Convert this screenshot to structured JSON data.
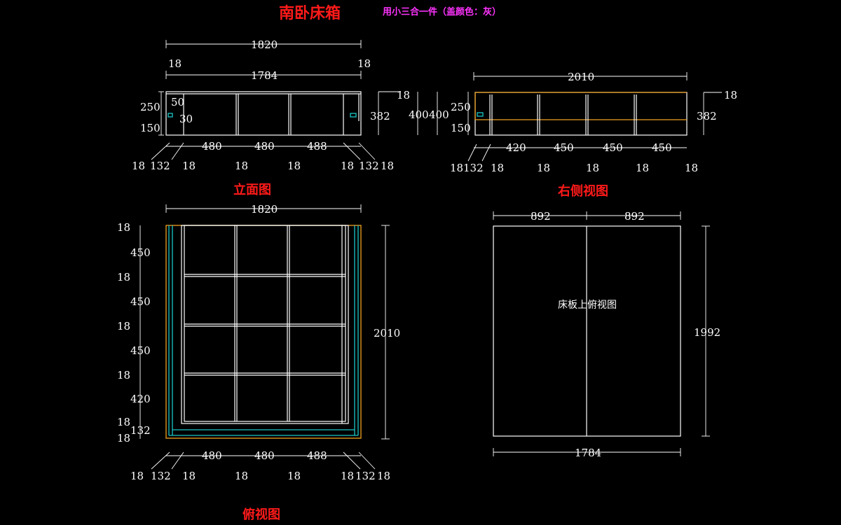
{
  "title": "南卧床箱",
  "subtitle": "用小三合一件（盖颜色：灰）",
  "colors": {
    "background": "#000000",
    "lines": "#ffffff",
    "title": "#ff1a1a",
    "subtitle": "#ff33ff",
    "cyan": "#19c7c7",
    "orange": "#f0a020"
  },
  "views": {
    "elevation": {
      "label": "立面图",
      "dims": {
        "overall": "1820",
        "inner": "1784",
        "side_left": "18",
        "side_right": "18",
        "h250": "250",
        "h150": "150",
        "h50": "50",
        "h30": "30",
        "h382": "382",
        "h400a": "400",
        "h400b": "400",
        "top18": "18",
        "bottom": [
          "18",
          "132",
          "18",
          "18",
          "18",
          "18",
          "132",
          "18"
        ],
        "bays": [
          "480",
          "480",
          "488"
        ]
      }
    },
    "right_side": {
      "label": "右侧视图",
      "dims": {
        "overall": "2010",
        "h250": "250",
        "h150": "150",
        "h382": "382",
        "top18": "18",
        "bottom": [
          "18",
          "132",
          "18",
          "18",
          "18",
          "18",
          "18"
        ],
        "bays": [
          "420",
          "450",
          "450",
          "450"
        ]
      }
    },
    "plan": {
      "label": "俯视图",
      "dims": {
        "overall": "1820",
        "depth": "2010",
        "left": [
          "18",
          "450",
          "18",
          "450",
          "18",
          "450",
          "18",
          "420",
          "18",
          "132",
          "18"
        ],
        "bottom": [
          "18",
          "132",
          "18",
          "18",
          "18",
          "18",
          "132",
          "18"
        ],
        "bays": [
          "480",
          "480",
          "488"
        ]
      }
    },
    "board_top": {
      "label": "床板上俯视图",
      "dims": {
        "left_width": "892",
        "right_width": "892",
        "overall": "1784",
        "depth": "1992"
      }
    }
  }
}
